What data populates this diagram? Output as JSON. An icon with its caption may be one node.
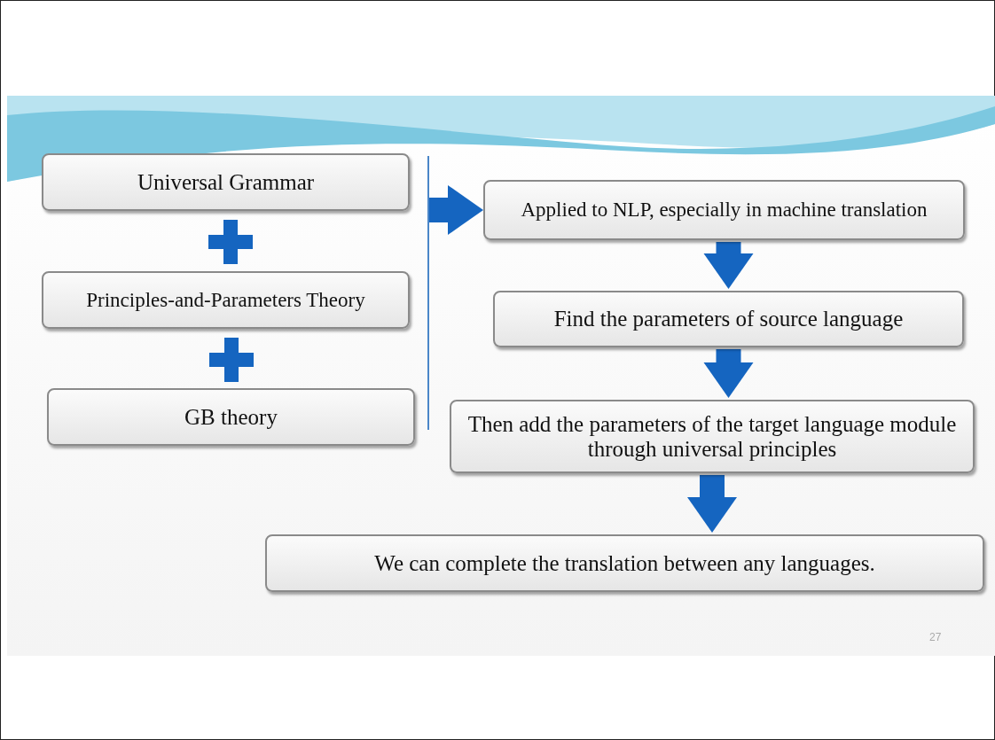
{
  "diagram": {
    "nodes": [
      {
        "text": [
          "Universal Grammar"
        ]
      },
      {
        "text": [
          "Principles-and-Parameters Theory"
        ]
      },
      {
        "text": [
          "GB theory"
        ]
      },
      {
        "text": [
          "Applied to NLP, especially in machine translation"
        ]
      },
      {
        "text": [
          "Find the parameters of source language"
        ]
      },
      {
        "text": [
          "Then add the parameters of the target language module through universal principles"
        ]
      },
      {
        "text": [
          "We can complete the translation between any languages."
        ]
      }
    ],
    "edges": [
      {
        "from": null,
        "to": 3,
        "arrow": "to"
      },
      {
        "from": 3,
        "to": 4,
        "arrow": "to"
      },
      {
        "from": 4,
        "to": 5,
        "arrow": "to"
      },
      {
        "from": 5,
        "to": 6,
        "arrow": "to"
      }
    ],
    "labels": [
      "27"
    ]
  }
}
